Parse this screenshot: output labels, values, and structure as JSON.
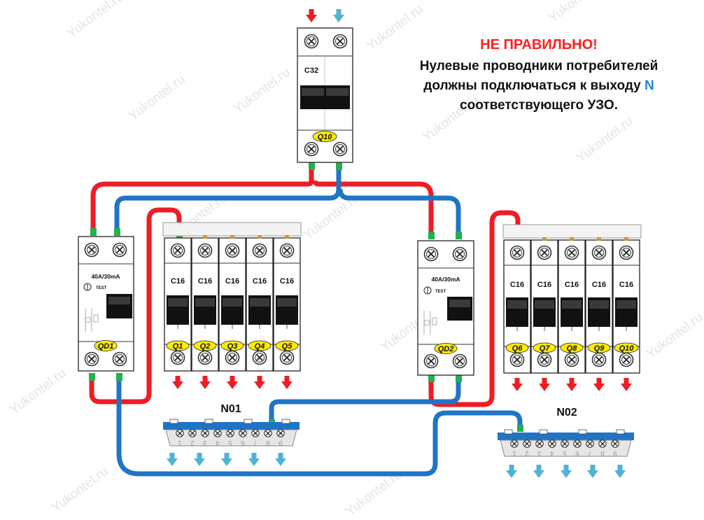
{
  "warning": {
    "title": "НЕ ПРАВИЛЬНО!",
    "line1": "Нулевые проводники потребителей",
    "line2_start": "должны подключаться к выходу",
    "line2_accent": "N",
    "line3": "соответствующего УЗО."
  },
  "watermark": "Yukontel.ru",
  "main_breaker": {
    "rating": "C32",
    "tag": "Q10"
  },
  "rcd1": {
    "rating": "40A/30mA",
    "test": "TEST",
    "tag": "QD1"
  },
  "rcd2": {
    "rating": "40A/30mA",
    "test": "TEST",
    "tag": "QD2"
  },
  "group1_breakers": [
    {
      "rating": "C16",
      "tag": "Q1"
    },
    {
      "rating": "C16",
      "tag": "Q2"
    },
    {
      "rating": "C16",
      "tag": "Q3"
    },
    {
      "rating": "C16",
      "tag": "Q4"
    },
    {
      "rating": "C16",
      "tag": "Q5"
    }
  ],
  "group2_breakers": [
    {
      "rating": "C16",
      "tag": "Q6"
    },
    {
      "rating": "C16",
      "tag": "Q7"
    },
    {
      "rating": "C16",
      "tag": "Q8"
    },
    {
      "rating": "C16",
      "tag": "Q9"
    },
    {
      "rating": "C16",
      "tag": "Q10"
    }
  ],
  "busbar1": {
    "label": "N01",
    "numbers": [
      "9",
      "8",
      "7",
      "6",
      "5",
      "4",
      "3",
      "2",
      "1"
    ]
  },
  "busbar2": {
    "label": "N02",
    "numbers": [
      "9",
      "8",
      "7",
      "6",
      "5",
      "4",
      "3",
      "2",
      "1"
    ]
  },
  "colors": {
    "phase": "#ee1c24",
    "neutral": "#1f74c6",
    "arrow_in_neutral": "#4fb3d6",
    "tag_fill": "#ffeb00",
    "terminal_green": "#22b14c",
    "warning_red": "#ff1f1f",
    "accent_blue": "#1f86d8"
  }
}
